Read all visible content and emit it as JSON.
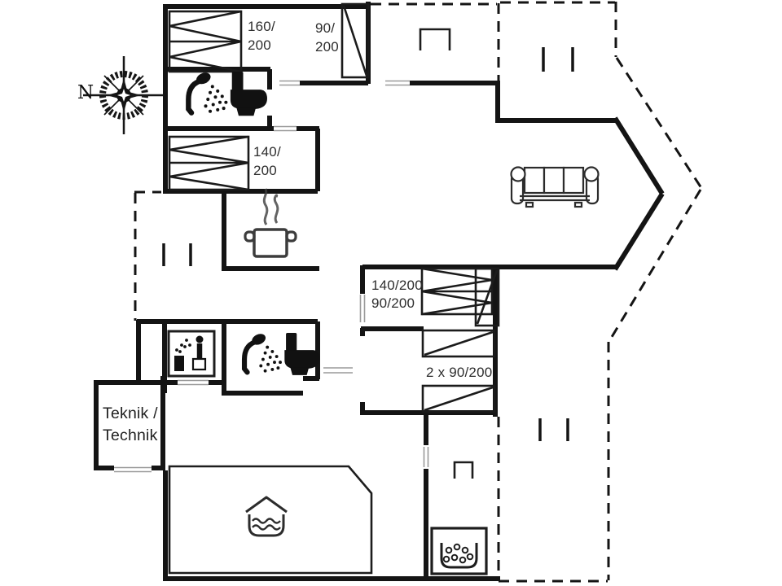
{
  "plan": {
    "compass_label": "N",
    "bed_labels": {
      "bed_160": {
        "line1": "160/",
        "line2": "200"
      },
      "bed_90": {
        "line1": "90/",
        "line2": "200"
      },
      "bed_140": {
        "line1": "140/",
        "line2": "200"
      },
      "room_combo": {
        "line1": "140/200",
        "line2": "90/200"
      },
      "room_2x90": {
        "line": "2 x 90/200"
      }
    },
    "rooms": {
      "technical": {
        "line1": "Teknik /",
        "line2": "Technik"
      }
    },
    "icons": [
      "compass-rose-icon",
      "shower-icon",
      "toilet-icon",
      "sauna-icon",
      "cooking-pot-icon",
      "sofa-icon",
      "swimming-pool-icon",
      "whirlpool-icon",
      "grill-marker",
      "terrace-post-marks"
    ],
    "colors": {
      "wall": "#141414",
      "line": "#1d1d1d",
      "text": "#2e2e2e",
      "background": "#ffffff"
    }
  }
}
